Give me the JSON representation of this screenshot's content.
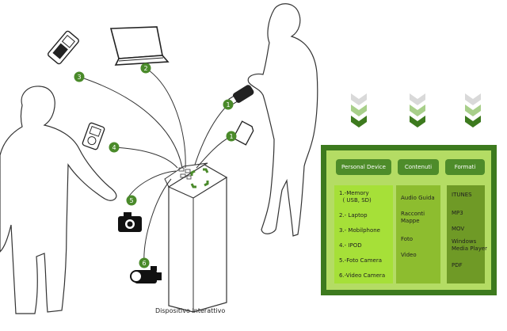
{
  "device_caption": "Dispositivo Interattivo",
  "connections": [
    {
      "number": "1",
      "device": "memory-card"
    },
    {
      "number": "1",
      "device": "usb-stick"
    },
    {
      "number": "2",
      "device": "laptop"
    },
    {
      "number": "3",
      "device": "mobile-phone"
    },
    {
      "number": "4",
      "device": "ipod"
    },
    {
      "number": "5",
      "device": "photo-camera"
    },
    {
      "number": "6",
      "device": "video-camera"
    }
  ],
  "panel": {
    "headers": [
      "Personal Device",
      "Contenuti",
      "Formati"
    ],
    "personal_device": [
      "1.-Memory\n  ( USB, SD)",
      "2.- Laptop",
      "3.- Mobilphone",
      "4.- IPOD",
      "5.-Foto Camera",
      "6.-Video Camera"
    ],
    "contenuti": [
      "Audio Guida",
      "Racconti\nMappe",
      "Foto",
      "Video"
    ],
    "formati": [
      "ITUNES",
      "MP3",
      "MOV",
      "Windows\nMedia Player",
      "PDF"
    ]
  },
  "colors": {
    "accent": "#3d7a1e",
    "badge": "#4a8a2a",
    "panel_light": "#b4dc64",
    "column_1": "#a6e038",
    "column_2": "#8dbd2f",
    "column_3": "#6f9a26"
  }
}
